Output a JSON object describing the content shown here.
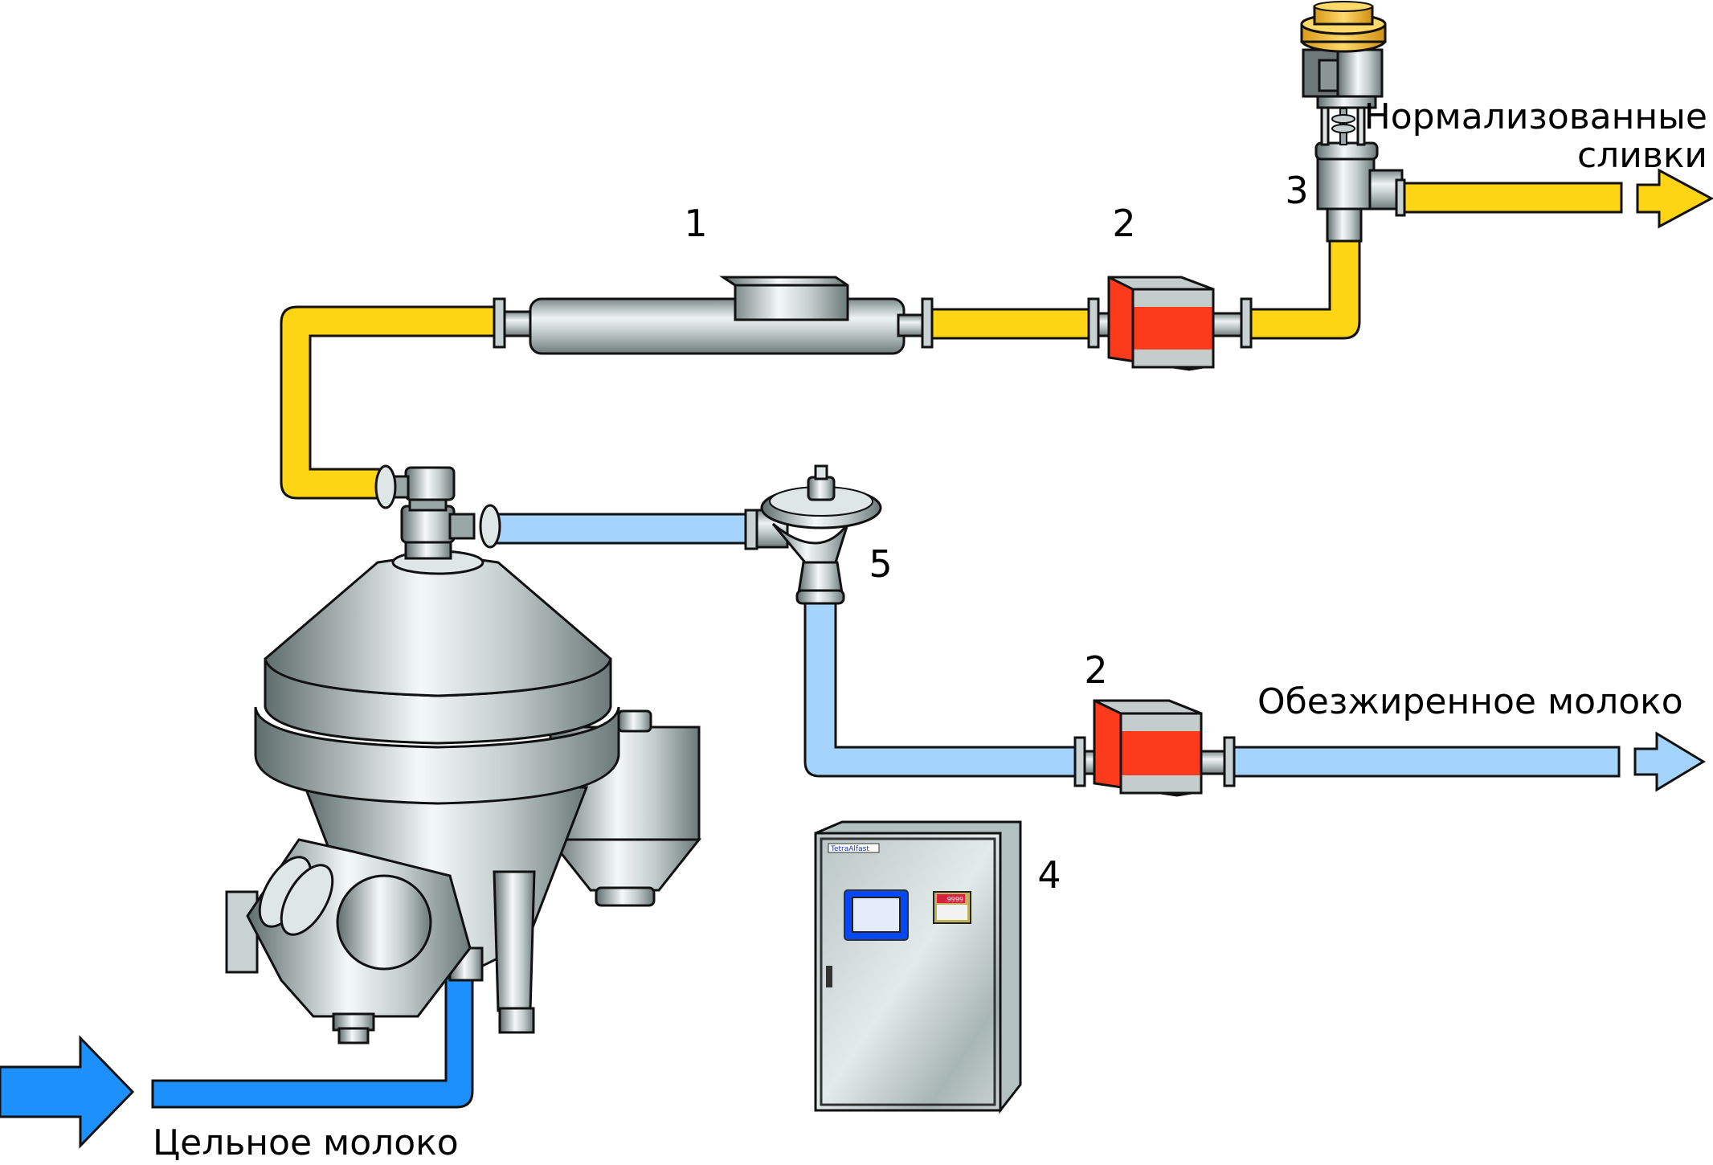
{
  "diagram": {
    "colors": {
      "cream_pipe": "#fdd514",
      "skim_pipe": "#a4d3fb",
      "whole_milk_pipe": "#1e90fc",
      "transmitter_red": "#fc3a1c",
      "actuator_orange": "#f8c23a",
      "hmi_blue": "#0447f4",
      "display_red": "#d8203f"
    },
    "flows": {
      "inlet": "Цельное молоко",
      "cream_out_line1": "Нормализованные",
      "cream_out_line2": "сливки",
      "skim_out": "Обезжиренное молоко"
    },
    "components": [
      {
        "number": "1",
        "name": "density-transmitter"
      },
      {
        "number": "2",
        "name": "flow-transmitter-cream"
      },
      {
        "number": "2",
        "name": "flow-transmitter-skim"
      },
      {
        "number": "3",
        "name": "control-valve"
      },
      {
        "number": "4",
        "name": "control-panel"
      },
      {
        "number": "5",
        "name": "constant-pressure-valve"
      }
    ],
    "panel": {
      "brand_plate": "TetraAlfast",
      "display_value": ".9999"
    }
  }
}
